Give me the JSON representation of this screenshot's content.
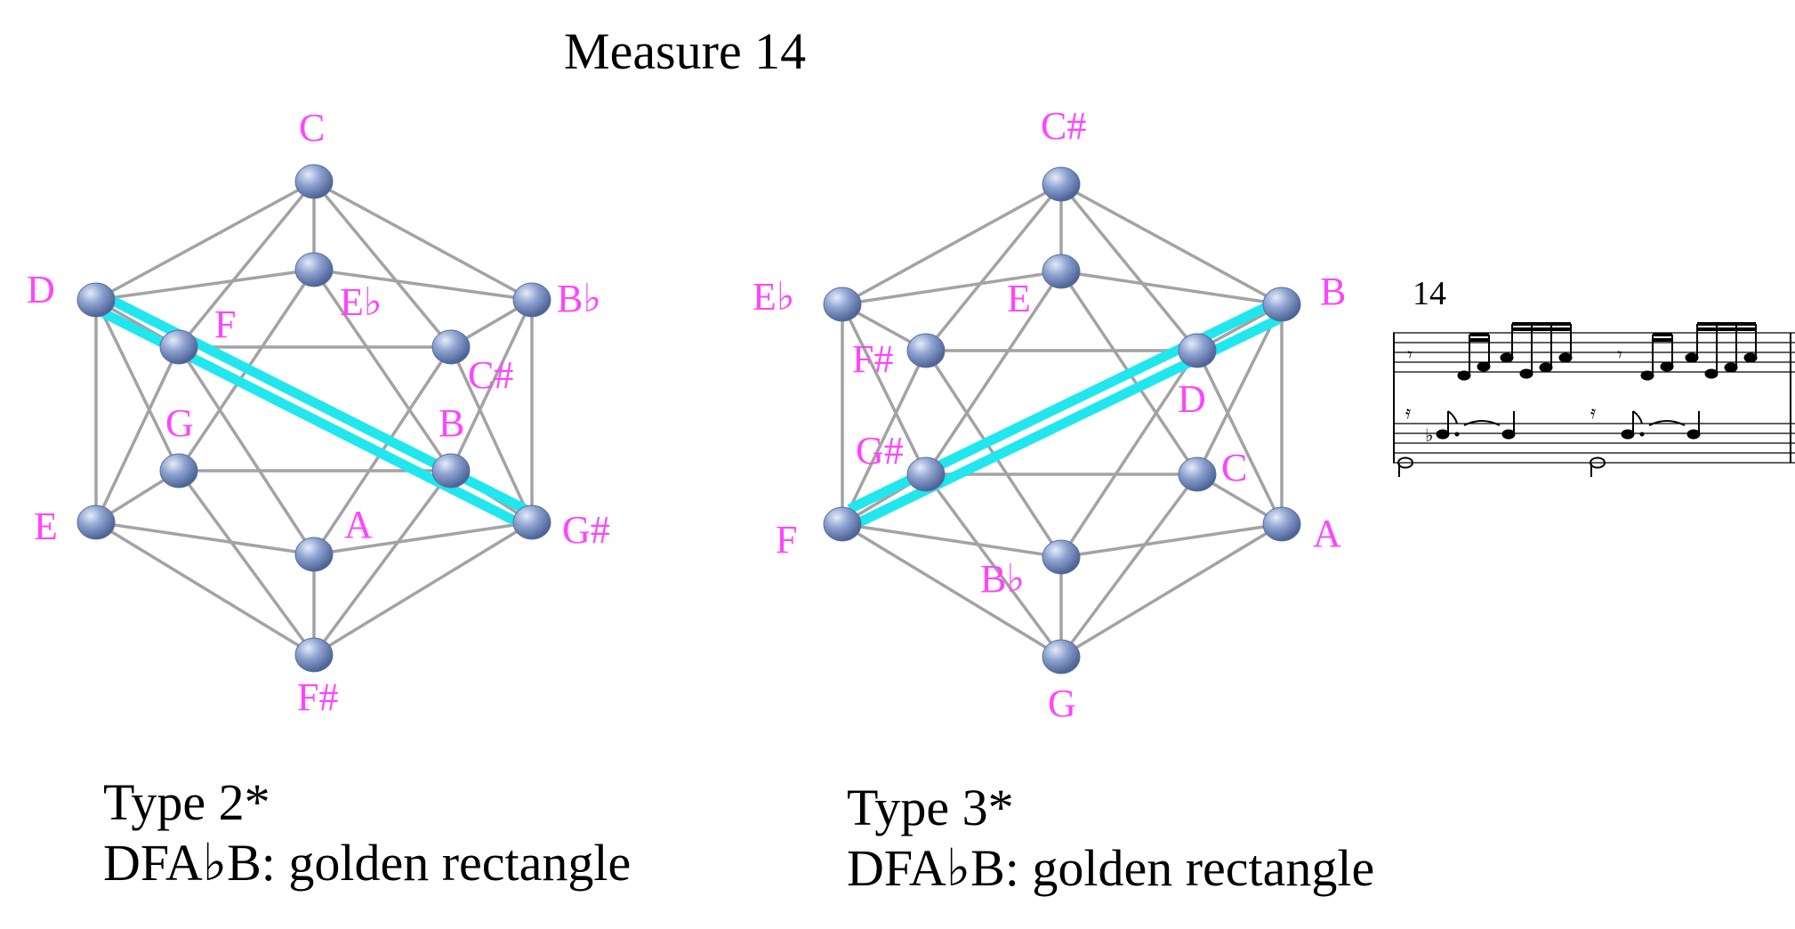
{
  "title": "Measure 14",
  "diagrams": [
    {
      "name": "left-icosahedron",
      "caption_lines": [
        "Type 2*",
        "DFA♭B: golden rectangle"
      ],
      "nodes": {
        "C": "C",
        "Eb": "E♭",
        "D": "D",
        "Bb": "B♭",
        "F": "F",
        "Cs": "C#",
        "G": "G",
        "B": "B",
        "E": "E",
        "Gs": "G#",
        "A": "A",
        "Fs": "F#"
      }
    },
    {
      "name": "right-icosahedron",
      "caption_lines": [
        "Type 3*",
        "DFA♭B: golden rectangle"
      ],
      "nodes": {
        "Cs": "C#",
        "E": "E",
        "Eb": "E♭",
        "B": "B",
        "Fs": "F#",
        "D": "D",
        "Gs": "G#",
        "C": "C",
        "F": "F",
        "A": "A",
        "Bb": "B♭",
        "G": "G"
      }
    }
  ],
  "score": {
    "measure_number": "14"
  },
  "colors": {
    "label": "#ff44ff",
    "highlight": "#22e6ee",
    "edge": "#a0a0a0",
    "node": "#7a92c4"
  }
}
